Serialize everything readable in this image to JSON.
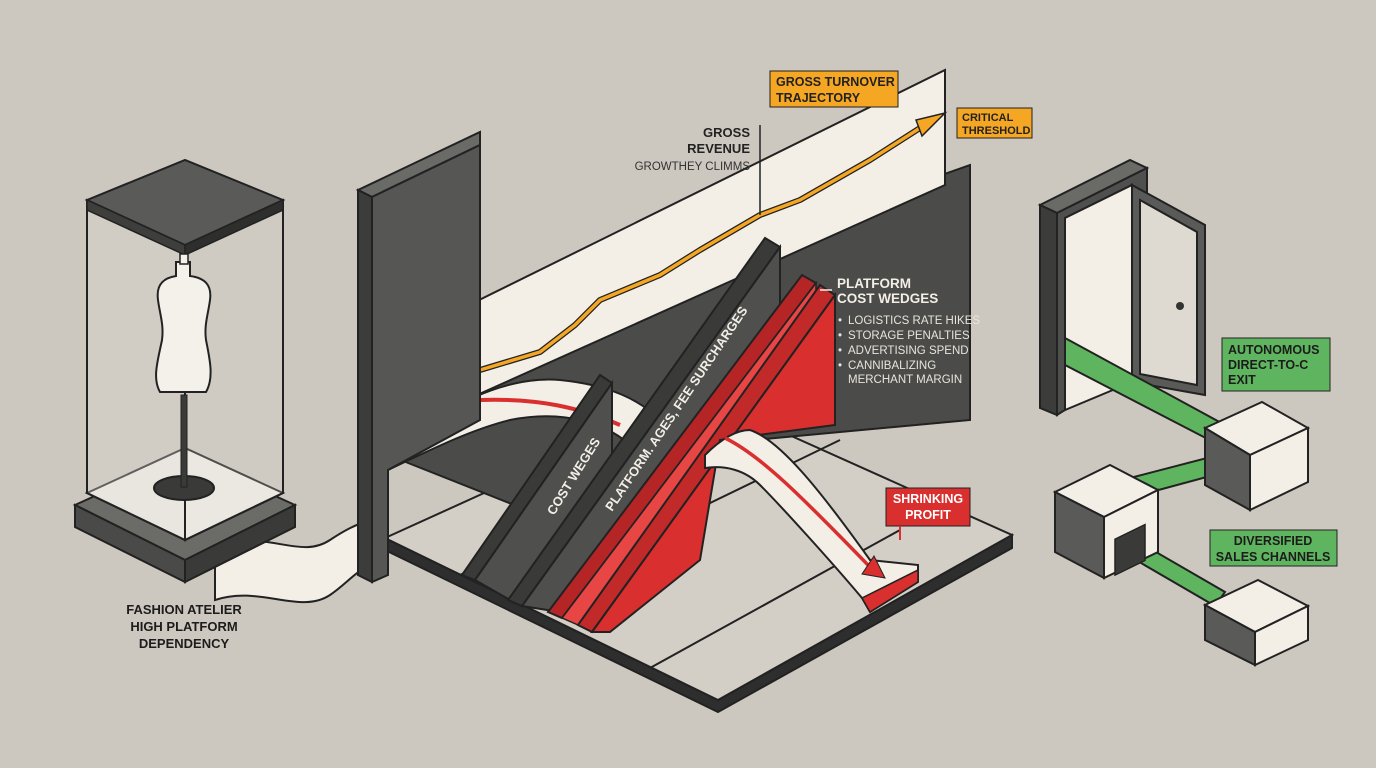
{
  "labels": {
    "atelier": [
      "FASHION ATELIER",
      "HIGH PLATFORM",
      "DEPENDENCY"
    ],
    "gross_turnover": [
      "GROSS TURNOVER",
      "TRAJECTORY"
    ],
    "critical_threshold": [
      "CRITICAL",
      "THRESHOLD"
    ],
    "gross_revenue": [
      "GROSS",
      "REVENUE"
    ],
    "gross_revenue_sub": "GROWTHEY CLIMMS",
    "platform_cost_wedges": [
      "PLATFORM",
      "COST WEDGES"
    ],
    "cost_items": [
      "LOGISTICS RATE HIKES",
      "STORAGE PENALTIES",
      "ADVERTISING SPEND",
      "CANNIBALIZING"
    ],
    "cost_item_cont": "MERCHANT MARGIN",
    "wedge_cost": "COST WEGES",
    "wedge_platform": "PLATFORM. AGES, FEE SURCHARGES",
    "shrinking_profit": [
      "SHRINKING",
      "PROFIT"
    ],
    "autonomous_exit": [
      "AUTONOMOUS",
      "DIRECT-TO-C",
      "EXIT"
    ],
    "diversified": [
      "DIVERSIFIED",
      "SALES CHANNELS"
    ]
  },
  "colors": {
    "background": "#cdc8bf",
    "wall_dark": "#4b4b49",
    "ribbon": "#f3efe6",
    "accent_orange": "#f5a623",
    "accent_red": "#d92f2f",
    "accent_green": "#5fb55f",
    "outline": "#222222"
  }
}
